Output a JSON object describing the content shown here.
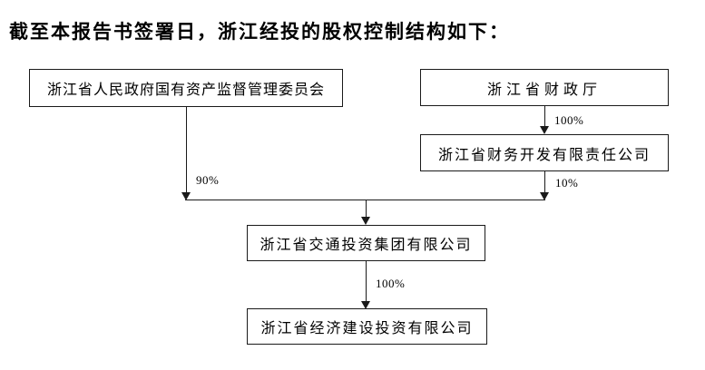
{
  "title": "截至本报告书签署日，浙江经投的股权控制结构如下：",
  "diagram": {
    "nodes": {
      "sasac": {
        "label": "浙江省人民政府国有资产监督管理委员会"
      },
      "finance_dept": {
        "label": "浙江省财政厅"
      },
      "finance_dev": {
        "label": "浙江省财务开发有限责任公司"
      },
      "comm_invest_group": {
        "label": "浙江省交通投资集团有限公司"
      },
      "econ_invest": {
        "label": "浙江省经济建设投资有限公司"
      }
    },
    "edges": [
      {
        "from": "浙江省财政厅",
        "to": "浙江省财务开发有限责任公司",
        "label": "100%"
      },
      {
        "from": "浙江省人民政府国有资产监督管理委员会",
        "to": "浙江省交通投资集团有限公司",
        "label": "90%"
      },
      {
        "from": "浙江省财务开发有限责任公司",
        "to": "浙江省交通投资集团有限公司",
        "label": "10%"
      },
      {
        "from": "浙江省交通投资集团有限公司",
        "to": "浙江省经济建设投资有限公司",
        "label": "100%"
      }
    ],
    "colors": {
      "line": "#1a1a1a",
      "text": "#000000",
      "background": "#ffffff"
    }
  }
}
